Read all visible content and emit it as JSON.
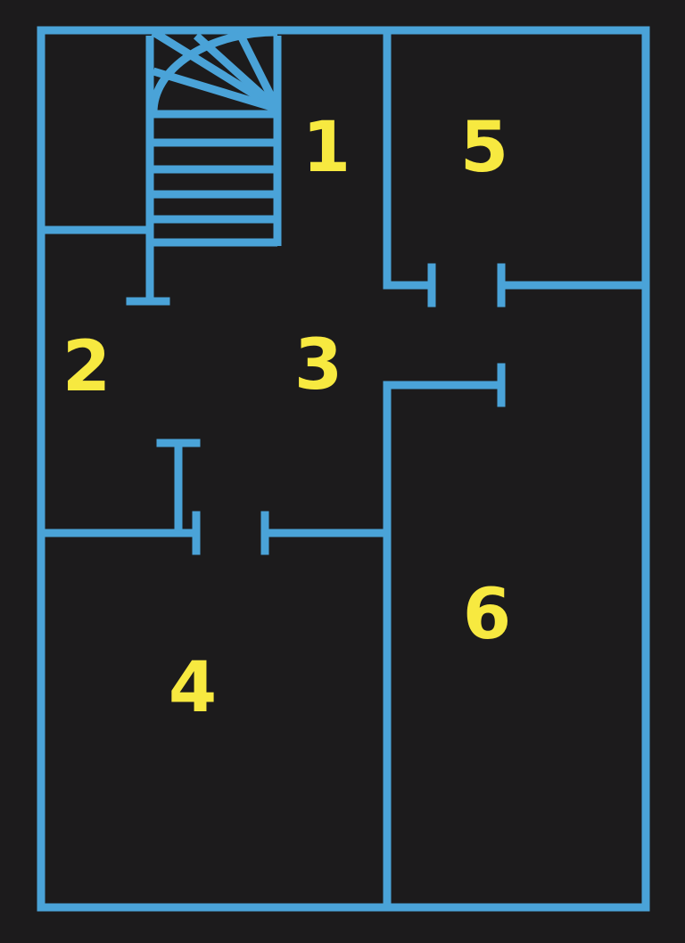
{
  "colors": {
    "background": "#1c1b1c",
    "walls": "#4aa3d8",
    "labels": "#f7e940"
  },
  "rooms": [
    {
      "id": "1",
      "label": "1"
    },
    {
      "id": "2",
      "label": "2"
    },
    {
      "id": "3",
      "label": "3"
    },
    {
      "id": "4",
      "label": "4"
    },
    {
      "id": "5",
      "label": "5"
    },
    {
      "id": "6",
      "label": "6"
    }
  ]
}
